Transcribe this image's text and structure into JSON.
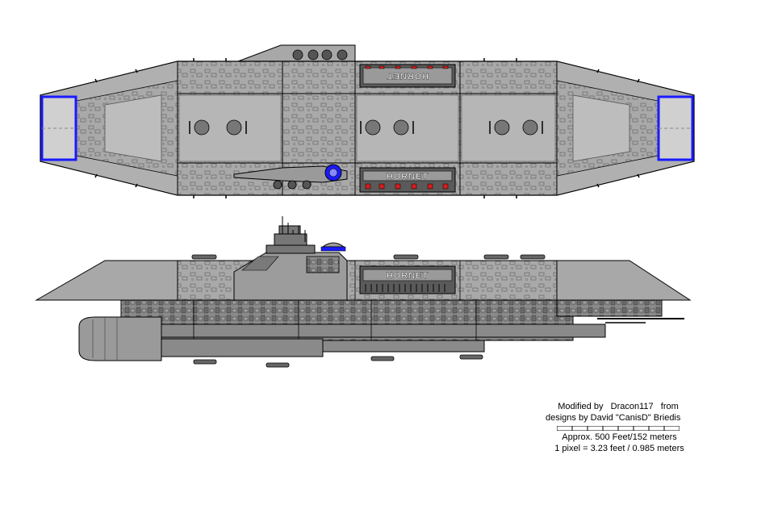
{
  "ship": {
    "name": "HORNET",
    "colors": {
      "hull": "#a8a8a8",
      "hull_dark": "#6e6e6e",
      "panel": "#bcbcbc",
      "outline": "#000000",
      "engine_blue": "#1a1aff",
      "name_plate": "#5a5a5a",
      "red_light": "#d02020"
    }
  },
  "credits": {
    "modified_by_label": "Modified by",
    "modifier": "Dracon117",
    "from_label": "from",
    "designs_line": "designs by David \"CanisD\" Briedis",
    "size_line": "Approx. 500 Feet/152 meters",
    "pixel_line": "1 pixel = 3.23 feet / 0.985 meters"
  }
}
